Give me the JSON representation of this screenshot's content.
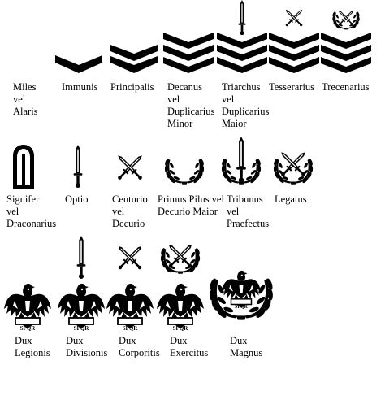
{
  "insignia": [
    {
      "name": "Miles\nvel\nAlaris"
    },
    {
      "name": "Immunis"
    },
    {
      "name": "Principalis"
    },
    {
      "name": "Decanus\nvel\nDuplicarius\nMinor"
    },
    {
      "name": "Triarchus\nvel\nDuplicarius\nMaior"
    },
    {
      "name": "Tesserarius"
    },
    {
      "name": "Trecenarius"
    },
    {
      "name": "Signifer\nvel\nDraconarius"
    },
    {
      "name": "Optio"
    },
    {
      "name": "Centurio\nvel\nDecurio"
    },
    {
      "name": "Primus Pilus vel\nDecurio Maior"
    },
    {
      "name": "Tribunus\nvel\nPraefectus"
    },
    {
      "name": "Legatus"
    },
    {
      "name": "Dux\nLegionis"
    },
    {
      "name": "Dux\nDivisionis"
    },
    {
      "name": "Dux\nCorporitis"
    },
    {
      "name": "Dux\nExercitus"
    },
    {
      "name": "Dux\nMagnus"
    }
  ],
  "eagle_plaque_text": "SPQR",
  "colors": {
    "ink": "#000000",
    "background": "#ffffff"
  },
  "icons": [
    "chevron-icon",
    "sword-icon",
    "crossed-swords-icon",
    "laurel-wreath-icon",
    "eagle-icon",
    "standard-banner-icon"
  ]
}
